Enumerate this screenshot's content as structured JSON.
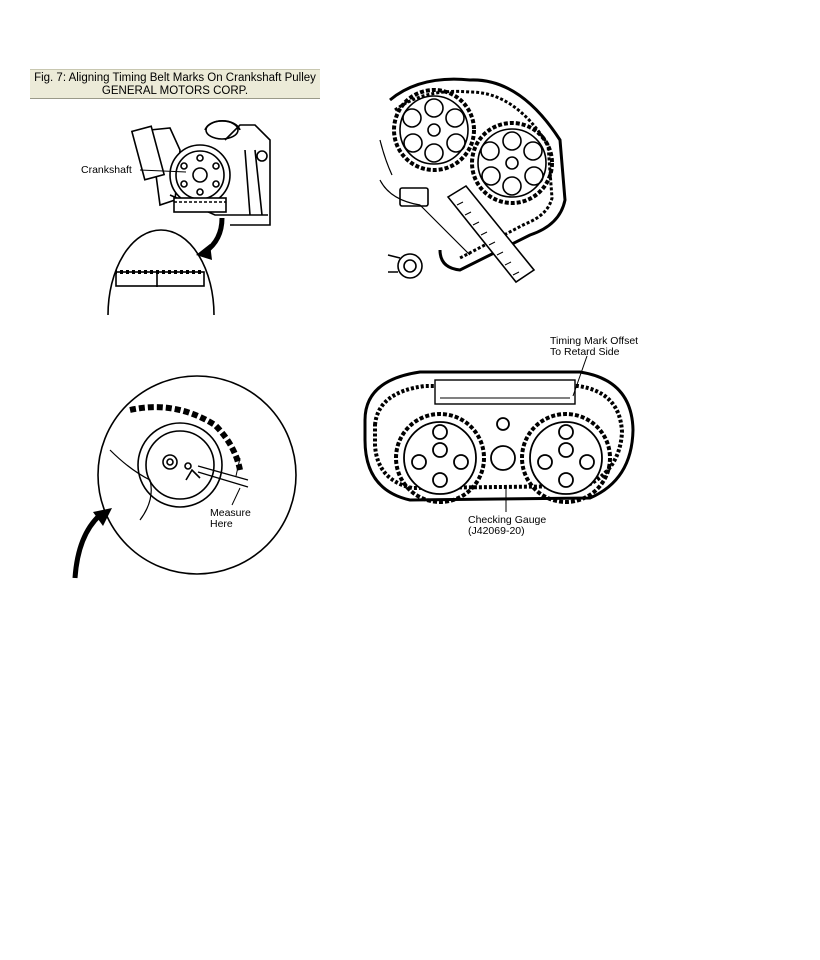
{
  "caption": {
    "title": "Fig. 7: Aligning Timing Belt Marks On Crankshaft Pulley",
    "source": "GENERAL MOTORS CORP."
  },
  "labels": {
    "crankshaft": "Crankshaft",
    "measure_line1": "Measure",
    "measure_line2": "Here",
    "timing_mark_line1": "Timing Mark Offset",
    "timing_mark_line2": "To Retard Side",
    "gauge_line1": "Checking Gauge",
    "gauge_line2": "(J42069-20)"
  }
}
